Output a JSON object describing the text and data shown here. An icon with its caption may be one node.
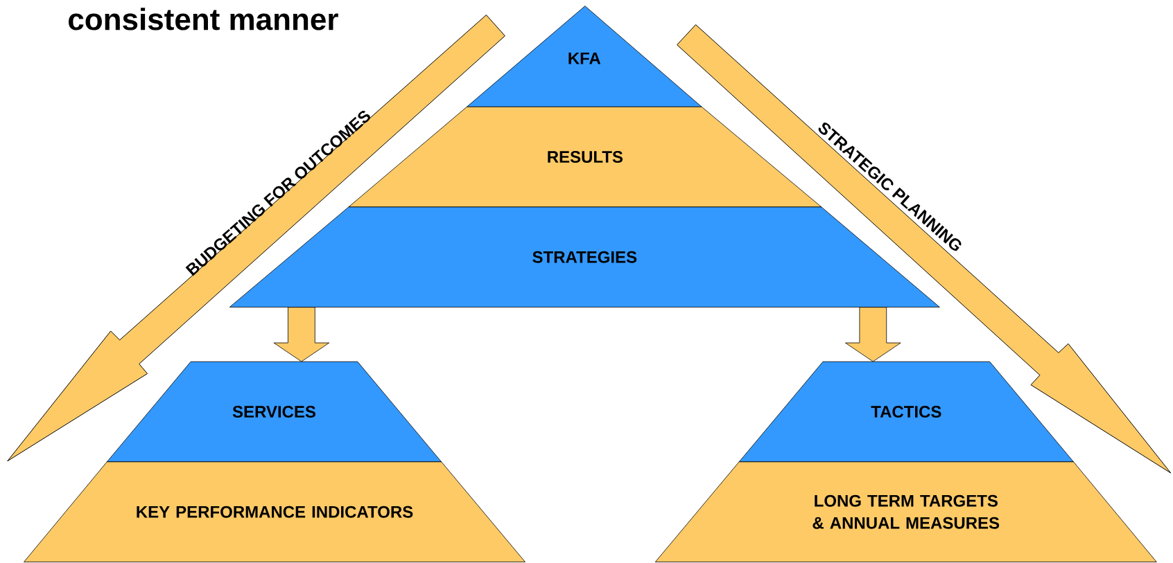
{
  "diagram": {
    "title": "consistent manner",
    "nodes": [
      {
        "text": [
          "KFA"
        ]
      },
      {
        "text": [
          "RESULTS"
        ]
      },
      {
        "text": [
          "STRATEGIES"
        ]
      },
      {
        "text": [
          "SERVICES"
        ]
      },
      {
        "text": [
          "KEY PERFORMANCE INDICATORS"
        ]
      },
      {
        "text": [
          "TACTICS"
        ]
      },
      {
        "text": [
          "LONG TERM TARGETS & ANNUAL MEASURES"
        ]
      }
    ],
    "edges": [
      {
        "from": 2,
        "to": 3,
        "arrow": "to"
      },
      {
        "from": 2,
        "to": 5,
        "arrow": "to"
      }
    ],
    "labels": [
      "BUDGETING FOR OUTCOMES",
      "STRATEGIC PLANNING"
    ]
  }
}
